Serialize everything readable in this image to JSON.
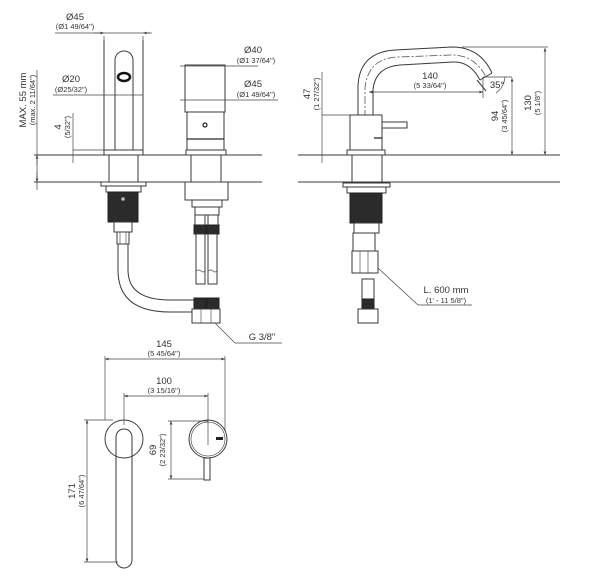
{
  "title": "Three-hole basin mixer dimension drawing",
  "units": {
    "primary": "mm",
    "secondary": "inch"
  },
  "front_view": {
    "spout_diameter": {
      "value": "Ø45",
      "imperial": "(Ø1 49/64\")"
    },
    "spout_inner_diameter": {
      "value": "Ø20",
      "imperial": "(Ø25/32\")"
    },
    "max_deck_thickness": {
      "value": "MAX. 55 mm",
      "imperial": "(max. 2 11/64\")"
    },
    "base_height": {
      "value": "4",
      "imperial": "(5/32\")"
    },
    "handle_diameter_top": {
      "value": "Ø40",
      "imperial": "(Ø1 37/64\")"
    },
    "handle_diameter_base": {
      "value": "Ø45",
      "imperial": "(Ø1 49/64\")"
    },
    "connection_thread": {
      "value": "G 3/8\""
    }
  },
  "side_view": {
    "handle_height": {
      "value": "47",
      "imperial": "(1 27/32\")"
    },
    "spout_reach": {
      "value": "140",
      "imperial": "(5 33/64\")"
    },
    "spout_angle": {
      "value": "35°"
    },
    "outlet_height": {
      "value": "94",
      "imperial": "(3 45/64\")"
    },
    "total_height": {
      "value": "130",
      "imperial": "(5 1/8\")"
    },
    "hose_length": {
      "value": "L. 600 mm",
      "imperial": "(1' - 11 5/8\")"
    }
  },
  "top_view": {
    "overall_width": {
      "value": "145",
      "imperial": "(5 45/64\")"
    },
    "center_distance": {
      "value": "100",
      "imperial": "(3 15/16\")"
    },
    "handle_length": {
      "value": "69",
      "imperial": "(2 23/32\")"
    },
    "spout_length": {
      "value": "171",
      "imperial": "(6 47/64\")"
    }
  }
}
